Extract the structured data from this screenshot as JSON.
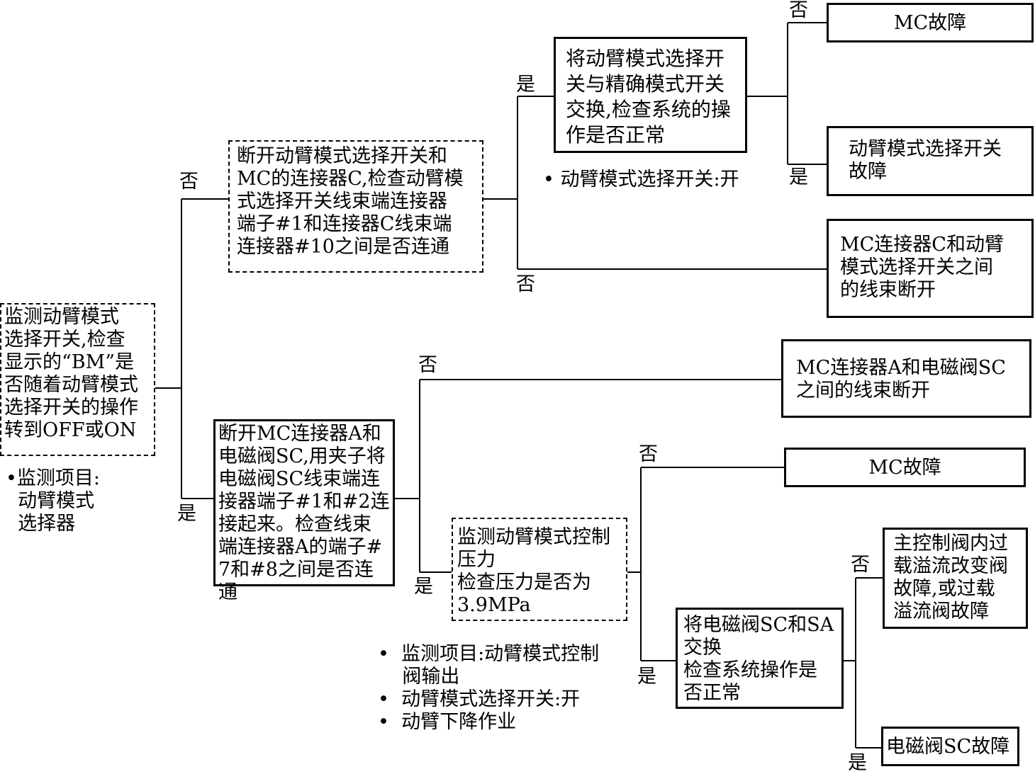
{
  "nodes": {
    "root": "监测动臂模式\n选择开关,检查\n显示的“BM”是\n否随着动臂模式\n选择开关的操作\n转到OFF或ON",
    "disconnect_c": "断开动臂模式选择开关和\nMC的连接器C,检查动臂模\n式选择开关线束端连接器\n端子#1和连接器C线束端\n连接器#10之间是否连通",
    "swap_switch": "将动臂模式选择开\n关与精确模式开关\n交换,检查系统的操\n作是否正常",
    "mc_fault_1": "MC故障",
    "switch_fault": "动臂模式选择开关\n故障",
    "harness_c_break": "MC连接器C和动臂\n模式选择开关之间\n的线束断开",
    "disconnect_a": "断开MC连接器A和\n电磁阀SC,用夹子将\n电磁阀SC线束端连\n接器端子#1和#2连\n接起来。检查线束\n端连接器A的端子#\n7和#8之间是否连通",
    "harness_a_break": "MC连接器A和电磁阀SC\n之间的线束断开",
    "monitor_pressure": "监测动臂模式控制\n压力\n检查压力是否为\n3.9MPa",
    "mc_fault_2": "MC故障",
    "swap_valve": "将电磁阀SC和SA\n交换\n检查系统操作是\n否正常",
    "overload_fault": "主控制阀内过\n载溢流改变阀\n故障,或过载\n溢流阀故障",
    "valve_sc_fault": "电磁阀SC故障"
  },
  "notes": {
    "root_note": "•监测项目:\n  动臂模式\n  选择器",
    "switch_note": "• 动臂模式选择开关:开",
    "pressure_note": "•  监测项目:动臂模式控制\n    阀输出\n•  动臂模式选择开关:开\n•  动臂下降作业"
  },
  "labels": {
    "no": "否",
    "yes": "是"
  }
}
